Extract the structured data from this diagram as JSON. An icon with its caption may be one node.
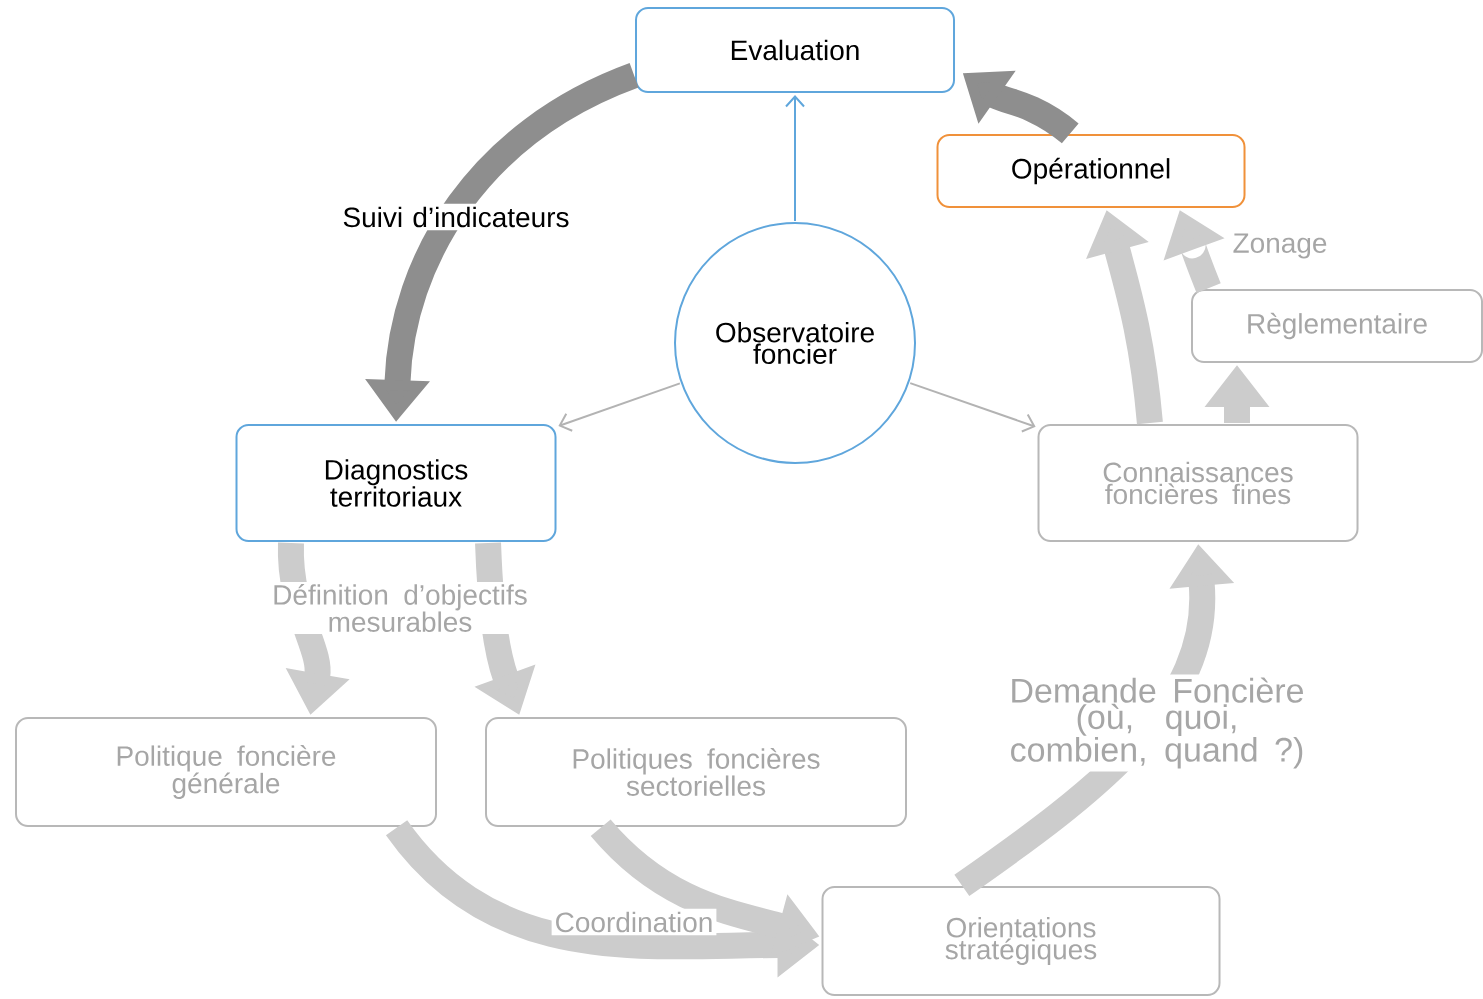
{
  "diagram": {
    "nodes": [
      {
        "text": [
          "Evaluation"
        ]
      },
      {
        "text": [
          "Opérationnel"
        ]
      },
      {
        "text": [
          "Règlementaire"
        ]
      },
      {
        "text": [
          "Observatoire foncier"
        ]
      },
      {
        "text": [
          "Diagnostics territoriaux"
        ]
      },
      {
        "text": [
          "Connaissances foncières fines"
        ]
      },
      {
        "text": [
          "Politique foncière générale"
        ]
      },
      {
        "text": [
          "Politiques foncières sectorielles"
        ]
      },
      {
        "text": [
          "Orientations stratégiques"
        ]
      }
    ],
    "edges": [
      {
        "from": 3,
        "to": 0,
        "arrow": "to",
        "color": "#5fa6dc"
      },
      {
        "from": 3,
        "to": 4,
        "arrow": "to",
        "color": "#b3b3b3"
      },
      {
        "from": 3,
        "to": 5,
        "arrow": "to",
        "color": "#b3b3b3"
      },
      {
        "from": 0,
        "to": 4,
        "arrow": "to",
        "color": "#8e8e8e",
        "label": "Suivi d’indicateurs"
      },
      {
        "from": 1,
        "to": 0,
        "arrow": "to",
        "color": "#8e8e8e"
      },
      {
        "from": 4,
        "to": 6,
        "arrow": "to"
      },
      {
        "from": 4,
        "to": 7,
        "arrow": "to"
      },
      {
        "from": 6,
        "to": 8,
        "arrow": "to",
        "label": "Coordination"
      },
      {
        "from": 7,
        "to": 8,
        "arrow": "to"
      },
      {
        "from": 8,
        "to": 5,
        "arrow": "to",
        "label": "Demande Foncière (où, quoi, combien, quand ?)"
      },
      {
        "from": 5,
        "to": 1,
        "arrow": "to"
      },
      {
        "from": 5,
        "to": 2,
        "arrow": "to"
      },
      {
        "from": 2,
        "to": 1,
        "arrow": "to",
        "label": "Zonage"
      }
    ],
    "labels": [
      "Définition d’objectifs mesurables"
    ]
  }
}
